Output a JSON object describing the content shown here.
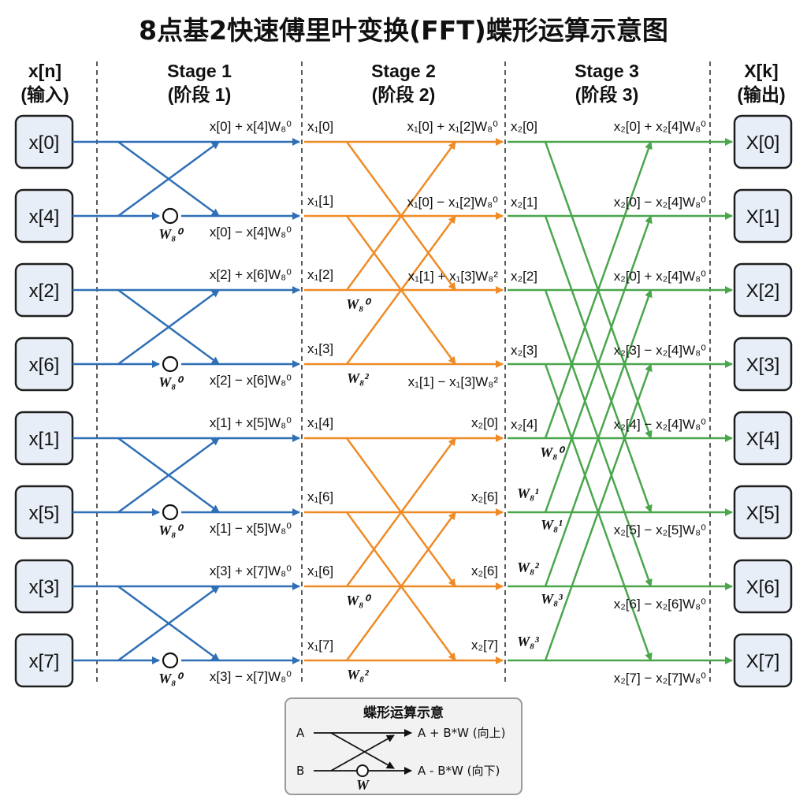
{
  "title": "8点基2快速傅里叶变换(FFT)蝶形运算示意图",
  "colors": {
    "stage1": "#2e6fb5",
    "stage2": "#ef8b26",
    "stage3": "#4aa64c",
    "box_fill": "#e8eef7"
  },
  "headers": [
    {
      "line1": "x[n]",
      "line2": "(输入)"
    },
    {
      "line1": "Stage 1",
      "line2": "(阶段 1)"
    },
    {
      "line1": "Stage 2",
      "line2": "(阶段 2)"
    },
    {
      "line1": "Stage 3",
      "line2": "(阶段 3)"
    },
    {
      "line1": "X[k]",
      "line2": "(输出)"
    }
  ],
  "inputs": [
    "x[0]",
    "x[4]",
    "x[2]",
    "x[6]",
    "x[1]",
    "x[5]",
    "x[3]",
    "x[7]"
  ],
  "outputs": [
    "X[0]",
    "X[1]",
    "X[2]",
    "X[3]",
    "X[4]",
    "X[5]",
    "X[6]",
    "X[7]"
  ],
  "stage1_labels": [
    "x[0] + x[4]W₈⁰",
    "x[0] − x[4]W₈⁰",
    "x[2] + x[6]W₈⁰",
    "x[2] − x[6]W₈⁰",
    "x[1] + x[5]W₈⁰",
    "x[1] − x[5]W₈⁰",
    "x[3] + x[7]W₈⁰",
    "x[3] − x[7]W₈⁰"
  ],
  "stage1_twiddles": [
    "W₈⁰",
    "W₈⁰",
    "W₈⁰",
    "W₈⁰"
  ],
  "stage2_inputs": [
    "x₁[0]",
    "x₁[1]",
    "x₁[2]",
    "x₁[3]",
    "x₁[4]",
    "x₁[6]",
    "x₁[6]",
    "x₁[7]"
  ],
  "stage2_outputs": [
    "x₁[0] + x₁[2]W₈⁰",
    "x₁[0] − x₁[2]W₈⁰",
    "x₁[1] + x₁[3]W₈²",
    "x₁[1] − x₁[3]W₈²",
    "x₂[0]",
    "x₂[6]",
    "x₂[6]",
    "x₂[7]"
  ],
  "stage2_twiddles": [
    "W₈⁰",
    "W₈²",
    "W₈⁰",
    "W₈²"
  ],
  "stage3_inputs": [
    "x₂[0]",
    "x₂[1]",
    "x₂[2]",
    "x₂[3]",
    "x₂[4]"
  ],
  "stage3_twiddles": [
    "W₈⁰",
    "W₈¹",
    "W₈¹",
    "W₈²",
    "W₈³",
    "W₈³"
  ],
  "stage3_outputs": [
    "x₂[0] + x₂[4]W₈⁰",
    "x₂[0] − x₂[4]W₈⁰",
    "x₂[0] + x₂[4]W₈⁰",
    "x₂[3] − x₂[4]W₈⁰",
    "x₂[4] − x₂[4]W₈⁰",
    "x₂[5] − x₂[5]W₈⁰",
    "x₂[6] − x₂[6]W₈⁰",
    "x₂[7] − x₂[7]W₈⁰"
  ],
  "legend": {
    "title": "蝶形运算示意",
    "a": "A",
    "b": "B",
    "w": "W",
    "top_out": "A + B*W (向上)",
    "bottom_out": "A - B*W (向下)"
  }
}
